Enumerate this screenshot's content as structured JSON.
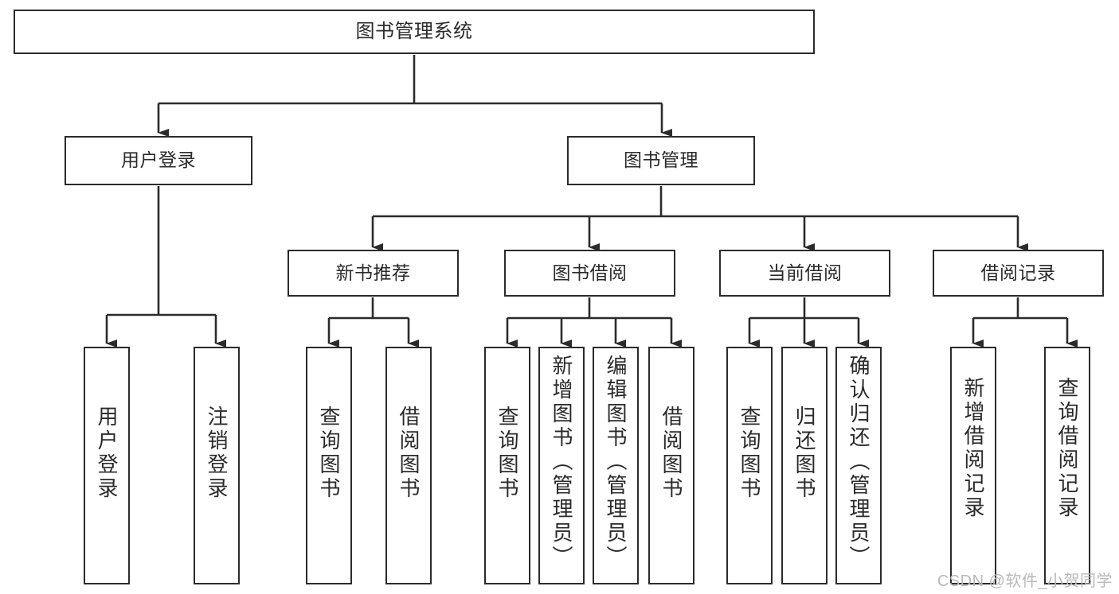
{
  "diagram": {
    "title": "图书管理系统",
    "type": "tree-hierarchy",
    "watermark": "CSDN @软件_小贺同学",
    "colors": {
      "box_border": "#2b2b2b",
      "box_fill": "#ffffff",
      "line": "#2b2b2b",
      "text": "#2a2a2a",
      "watermark": "#b9b9b9",
      "background": "#ffffff"
    },
    "root": {
      "label": "图书管理系统"
    },
    "level2": [
      {
        "label": "用户登录"
      },
      {
        "label": "图书管理"
      }
    ],
    "level3": [
      {
        "label": "新书推荐"
      },
      {
        "label": "图书借阅"
      },
      {
        "label": "当前借阅"
      },
      {
        "label": "借阅记录"
      }
    ],
    "leaves": {
      "user_login": [
        {
          "label": "用户登录"
        },
        {
          "label": "注销登录"
        }
      ],
      "new_book_recommend": [
        {
          "label": "查询图书"
        },
        {
          "label": "借阅图书"
        }
      ],
      "book_borrow": [
        {
          "label": "查询图书"
        },
        {
          "label": "新增图书（管理员）"
        },
        {
          "label": "编辑图书（管理员）"
        },
        {
          "label": "借阅图书"
        }
      ],
      "current_borrow": [
        {
          "label": "查询图书"
        },
        {
          "label": "归还图书"
        },
        {
          "label": "确认归还（管理员）"
        }
      ],
      "borrow_record": [
        {
          "label": "新增借阅记录"
        },
        {
          "label": "查询借阅记录"
        }
      ]
    }
  }
}
